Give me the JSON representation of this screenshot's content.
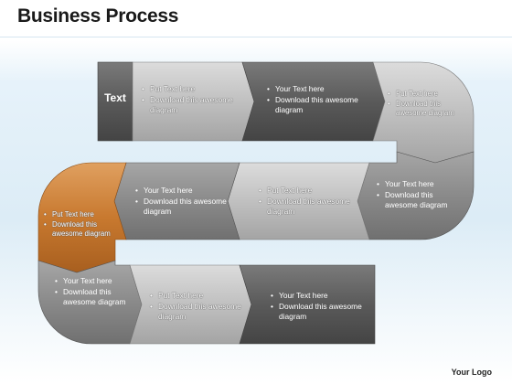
{
  "title": "Business Process",
  "logo": "Your Logo",
  "start_label": "Text",
  "segments": [
    {
      "line1": "Put Text here",
      "line2": "Download this awesome diagram"
    },
    {
      "line1": "Your Text here",
      "line2": "Download this awesome diagram"
    },
    {
      "line1": "Put Text here",
      "line2": "Download this awesome diagram"
    },
    {
      "line1": "Your Text here",
      "line2": "Download this awesome diagram"
    },
    {
      "line1": "Put Text here",
      "line2": "Download this awesome diagram"
    },
    {
      "line1": "Your Text here",
      "line2": "Download this awesome diagram"
    },
    {
      "line1": "Put Text here",
      "line2": "Download this awesome diagram"
    },
    {
      "line1": "Your Text here",
      "line2": "Download this awesome diagram"
    },
    {
      "line1": "Put Text here",
      "line2": "Download this awesome diagram"
    },
    {
      "line1": "Your Text here",
      "line2": "Download this awesome diagram"
    }
  ],
  "colors": {
    "dark": "#5a5a5a",
    "mid": "#8f8f8f",
    "light": "#c4c4c4",
    "accent": "#c8792f"
  }
}
